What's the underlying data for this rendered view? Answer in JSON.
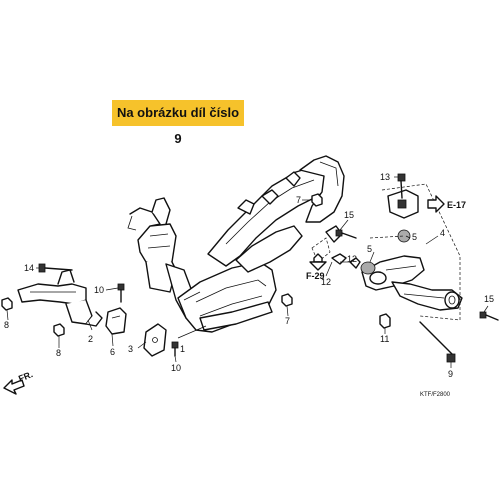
{
  "banner": {
    "text": "Na obrázku díl číslo 9"
  },
  "callouts": [
    {
      "id": "c1",
      "num": "1"
    },
    {
      "id": "c2",
      "num": "2"
    },
    {
      "id": "c3",
      "num": "3"
    },
    {
      "id": "c4",
      "num": "4"
    },
    {
      "id": "c5a",
      "num": "5"
    },
    {
      "id": "c5b",
      "num": "5"
    },
    {
      "id": "c6",
      "num": "6"
    },
    {
      "id": "c7a",
      "num": "7"
    },
    {
      "id": "c7b",
      "num": "7"
    },
    {
      "id": "c8a",
      "num": "8"
    },
    {
      "id": "c8b",
      "num": "8"
    },
    {
      "id": "c9",
      "num": "9"
    },
    {
      "id": "c10a",
      "num": "10"
    },
    {
      "id": "c10b",
      "num": "10"
    },
    {
      "id": "c11",
      "num": "11"
    },
    {
      "id": "c12a",
      "num": "12"
    },
    {
      "id": "c12b",
      "num": "12"
    },
    {
      "id": "c13",
      "num": "13"
    },
    {
      "id": "c14",
      "num": "14"
    },
    {
      "id": "c15a",
      "num": "15"
    },
    {
      "id": "c15b",
      "num": "15"
    }
  ],
  "refs": {
    "e17": "E-17",
    "f29": "F-29",
    "front": "FR."
  },
  "diagram_code": "KTF/F2800",
  "colors": {
    "banner_bg": "#f6c22b",
    "line": "#111111",
    "background": "#ffffff"
  }
}
